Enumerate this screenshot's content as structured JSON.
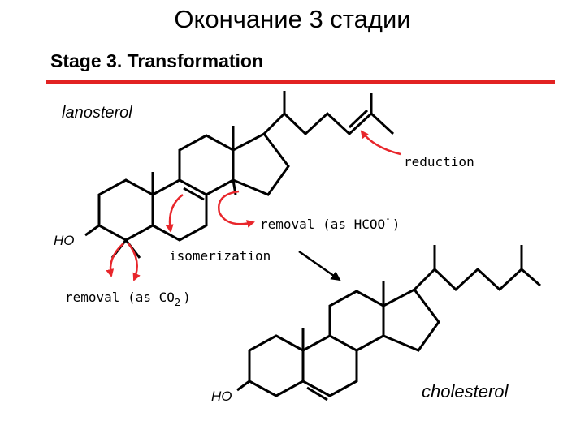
{
  "slide": {
    "title": "Окончание 3 стадии",
    "subtitle": "Stage 3. Transformation"
  },
  "molecules": {
    "start": "lanosterol",
    "product": "cholesterol",
    "hydroxyl_label": "HO"
  },
  "annotations": {
    "reduction": "reduction",
    "removal_hcoo": "removal (as HCOO",
    "removal_hcoo_sup": "-",
    "removal_hcoo_close": ")",
    "isomerization": "isomerization",
    "removal_co2": "removal (as CO",
    "removal_co2_sub": "2",
    "removal_co2_close": ")"
  },
  "colors": {
    "accent_red": "#e8262b",
    "rule_red": "#e22222",
    "arrow_black": "#000000"
  }
}
